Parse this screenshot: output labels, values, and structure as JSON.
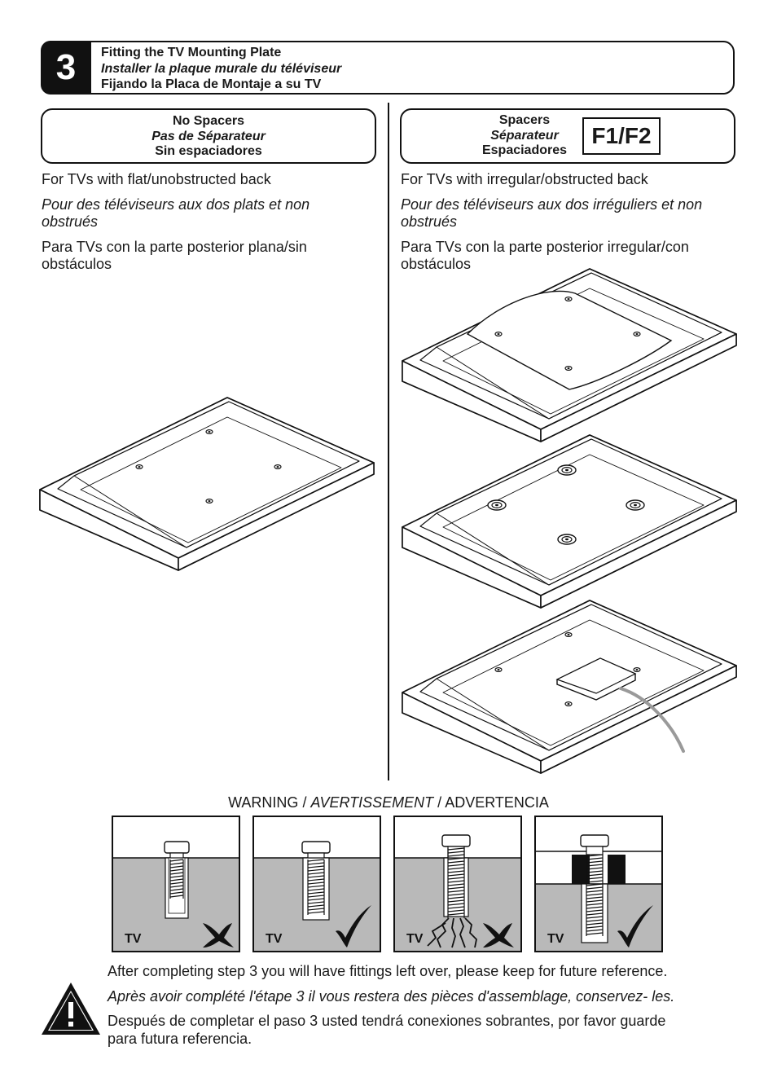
{
  "step": {
    "number": "3",
    "title_en": "Fitting the TV Mounting Plate",
    "title_fr": "Installer la plaque murale du téléviseur",
    "title_es": "Fijando la Placa de Montaje a su TV"
  },
  "left": {
    "header_en": "No Spacers",
    "header_fr": "Pas de Séparateur",
    "header_es": "Sin espaciadores",
    "desc_en": "For TVs with flat/unobstructed back",
    "desc_fr": "Pour des téléviseurs aux dos plats et non obstrués",
    "desc_es": "Para TVs con la parte posterior plana/sin obstáculos"
  },
  "right": {
    "header_en": "Spacers",
    "header_fr": "Séparateur",
    "header_es": "Espaciadores",
    "part_code": "F1/F2",
    "desc_en": "For TVs with irregular/obstructed back",
    "desc_fr": "Pour des téléviseurs aux dos irréguliers et non obstrués",
    "desc_es": "Para TVs con la parte posterior irregular/con obstáculos"
  },
  "warning": {
    "en": "WARNING",
    "fr": "AVERTISSEMENT",
    "es": "ADVERTENCIA",
    "sep": " / ",
    "panels": [
      {
        "label": "TV",
        "status": "incorrect"
      },
      {
        "label": "TV",
        "status": "correct"
      },
      {
        "label": "TV",
        "status": "incorrect"
      },
      {
        "label": "TV",
        "status": "correct"
      }
    ]
  },
  "notes": {
    "en": "After completing step 3 you will have fittings left over, please keep for future reference.",
    "fr": "Après avoir complété l'étape 3 il vous restera des pièces d'assemblage, conservez- les.",
    "es": "Después de completar el paso 3 usted tendrá conexiones sobrantes, por favor guarde para futura referencia."
  },
  "colors": {
    "ink": "#111111",
    "tv_fill": "#b9b9b9",
    "cable": "#9a9a9a"
  },
  "icons": {
    "caution": "exclamation-triangle-icon",
    "correct": "check-mark-icon",
    "incorrect": "cross-mark-icon"
  }
}
